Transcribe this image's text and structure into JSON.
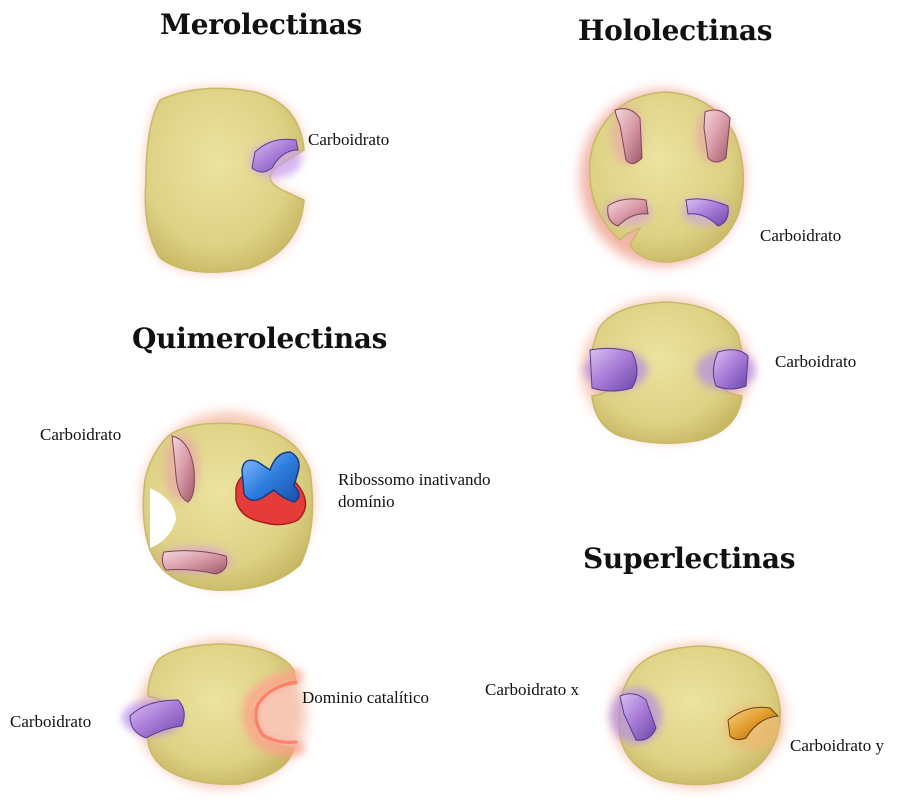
{
  "titles": {
    "merolectinas": "Merolectinas",
    "hololectinas": "Hololectinas",
    "quimerolectinas": "Quimerolectinas",
    "superlectinas": "Superlectinas"
  },
  "labels": {
    "mero_carb": "Carboidrato",
    "holo1_carb": "Carboidrato",
    "holo2_carb": "Carboidrato",
    "quimero1_carb": "Carboidrato",
    "quimero1_domain_line1": "Ribossomo inativando",
    "quimero1_domain_line2": "domínio",
    "quimero2_carb": "Carboidrato",
    "quimero2_domain": "Dominio catalítico",
    "super_carb_x": "Carboidrato x",
    "super_carb_y": "Carboidrato y"
  },
  "colors": {
    "protein_body": "#ddd184",
    "protein_edge": "#c9b866",
    "protein_glow": "#f6c7b3",
    "carbohydrate_site": "#a77ad6",
    "carbohydrate_site_pink": "#d99aa8",
    "ribosome_inactivating_domain": "#2f7fe0",
    "ribosome_glow": "#e53b3b",
    "catalytic_glow": "#ff9f8a",
    "carbohydrate_y": "#e09a2a"
  }
}
